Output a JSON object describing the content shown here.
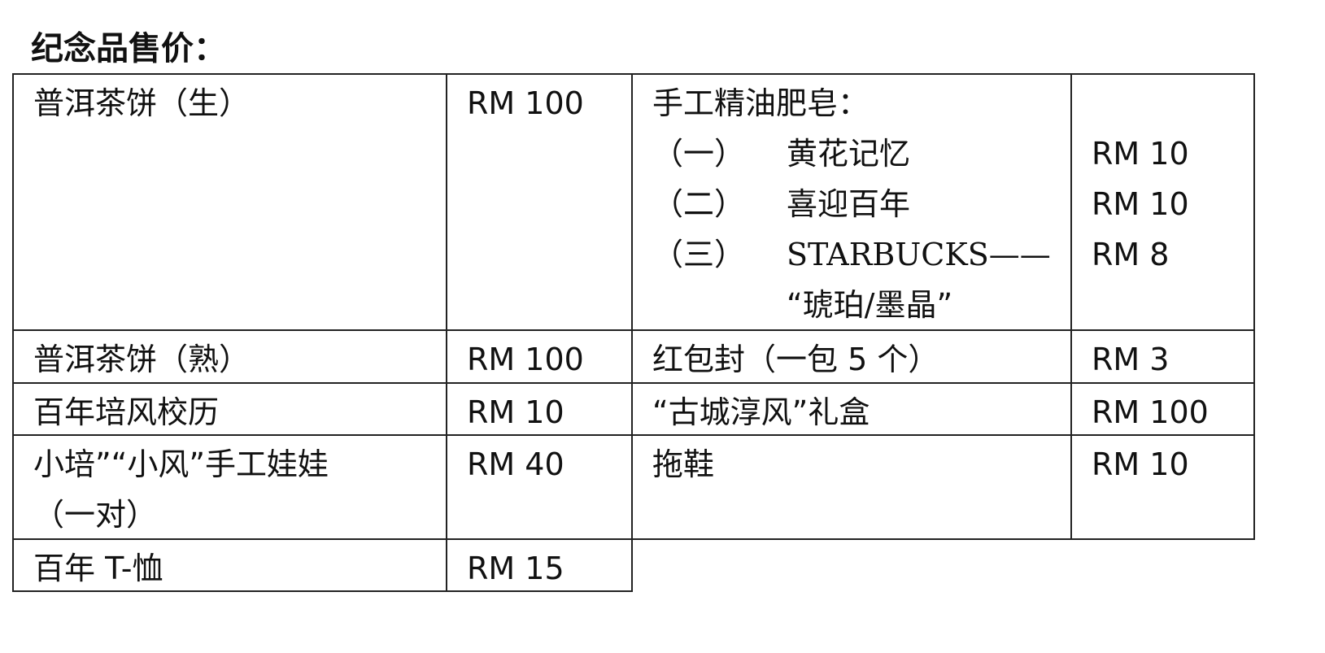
{
  "title": "纪念品售价：",
  "rows": [
    {
      "item": "普洱茶饼（生）",
      "price": "RM 100"
    },
    {
      "item": "普洱茶饼（熟）",
      "price": "RM 100"
    },
    {
      "item": "百年培风校历",
      "price": "RM 10"
    },
    {
      "item": "小培”“小风”手工娃娃",
      "item_line2": "（一对）",
      "price": "RM 40"
    },
    {
      "item": "百年 T-恤",
      "price": "RM 15"
    }
  ],
  "right_rows": [
    {
      "item": "手工精油肥皂：",
      "sub_items": [
        {
          "num": "（一）",
          "label": "黄花记忆",
          "price": "RM 10"
        },
        {
          "num": "（二）",
          "label": "喜迎百年",
          "price": "RM 10"
        },
        {
          "num": "（三）",
          "label": "STARBUCKS——",
          "label_line2": "“琥珀/墨晶”",
          "price": "RM 8"
        }
      ]
    },
    {
      "item": "红包封（一包 5 个）",
      "price": "RM 3"
    },
    {
      "item": "“古城淳风”礼盒",
      "price": "RM 100"
    },
    {
      "item": "拖鞋",
      "price": "RM 10"
    }
  ]
}
